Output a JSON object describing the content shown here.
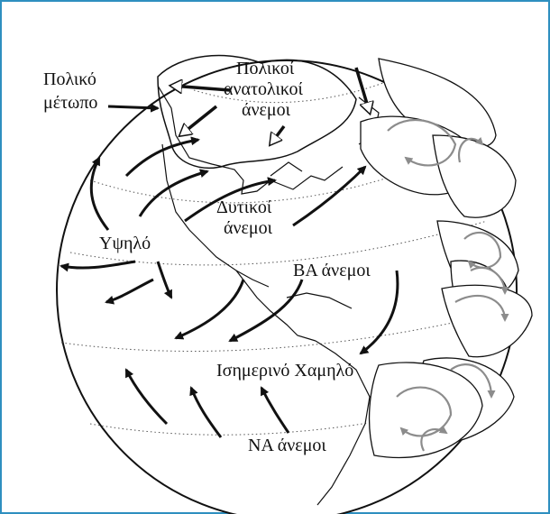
{
  "labels": {
    "polar_front_line1": "Πολικό",
    "polar_front_line2": "μέτωπο",
    "polar_easterlies_line1": "Πολικοί",
    "polar_easterlies_line2": "ανατολικοί",
    "polar_easterlies_line3": "άνεμοι",
    "westerlies_line1": "Δυτικοί",
    "westerlies_line2": "άνεμοι",
    "high": "Υψηλό",
    "ne_trades": "ΒΑ άνεμοι",
    "equatorial_low": "Ισημερινό Χαμηλό",
    "se_trades": "ΝΑ άνεμοι"
  },
  "colors": {
    "frame_border": "#2e8fbf",
    "ink": "#111111",
    "cell_fill": "#ffffff",
    "cell_arrow": "#8c8c8c"
  }
}
